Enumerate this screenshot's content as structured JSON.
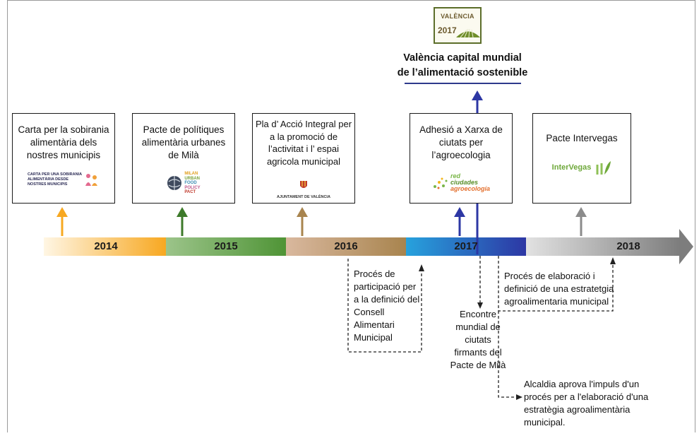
{
  "header": {
    "logo": {
      "word": "VALÈNCIA",
      "year": "2017"
    },
    "title_line1": "València capital mundial",
    "title_line2": "de l’alimentació sostenible"
  },
  "timeline": {
    "years": [
      "2014",
      "2015",
      "2016",
      "2017",
      "2018"
    ],
    "colors": {
      "2014": "#f7a821",
      "2015": "#5a9a3c",
      "2016": "#b99563",
      "2017": "#2e5fbd",
      "2018": "#8b8b8b",
      "accent": "#2e3a8c"
    }
  },
  "events": [
    {
      "lines": [
        "Carta per la sobirania",
        "alimentària dels",
        "nostres municipis"
      ],
      "logo_lines": [
        "CARTA PER UNA SOBIRANIA",
        "ALIMENTÀRIA DESDE",
        "NOSTRES MUNICIPIS"
      ]
    },
    {
      "lines": [
        "Pacte de polítiques",
        "alimentària urbanes",
        "de Milà"
      ],
      "logo_lines": [
        "MILAN",
        "URBAN",
        "FOOD",
        "POLICY",
        "PACT"
      ]
    },
    {
      "lines": [
        "Pla d’ Acció Integral per",
        "a la promoció de",
        "l’activitat i l’ espai",
        "agricola municipal"
      ],
      "logo_lines": [
        "AJUNTAMENT DE VALÈNCIA"
      ]
    },
    {
      "lines": [
        "Adhesió a Xarxa de",
        "ciutats per",
        "l’agroecologia"
      ],
      "logo_lines": [
        "red",
        "ciudades",
        "agroecología"
      ]
    },
    {
      "lines": [
        "Pacte Intervegas"
      ],
      "logo_lines": [
        "InterVegas"
      ]
    }
  ],
  "notes": {
    "participacio": [
      "Procés de",
      "participació per",
      "a la definició del",
      "Consell",
      "Alimentari",
      "Municipal"
    ],
    "encontre": [
      "Encontre",
      "mundial de",
      "ciutats",
      "firmants del",
      "Pacte de Milà"
    ],
    "elaboracio": [
      "Procés de elaboració i",
      "definició de una estratetgia",
      "agroalimentaria municipal"
    ],
    "alcaldia": [
      "Alcaldia aprova l'impuls d'un",
      "procés per a l'elaboració d'una",
      "estratègia agroalimentària",
      "municipal."
    ]
  }
}
